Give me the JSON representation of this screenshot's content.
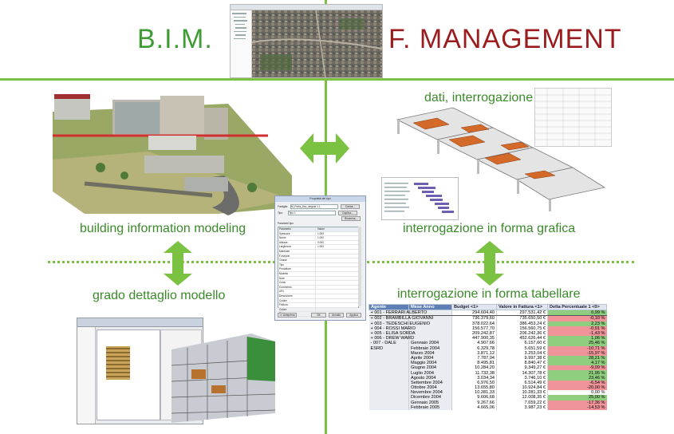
{
  "titles": {
    "left": "B.I.M.",
    "right": "F. MANAGEMENT"
  },
  "labels": {
    "data_query": "dati, interrogazione",
    "bim": "building information modeling",
    "graphic_query": "interrogazione in forma grafica",
    "detail_level": "grado dettaglio modello",
    "table_query": "interrogazione in forma tabellare"
  },
  "colors": {
    "green": "#7cc242",
    "green_text": "#3a8a2a",
    "bim_title": "#3f9b35",
    "fm_title": "#9b1c1f",
    "arrow": "#7cc242"
  },
  "dialog": {
    "title": "Proprietà del tipo",
    "family_label": "Famiglia:",
    "family_value": "M_Porta_Uso_singola 1.1",
    "type_label": "Tipo:",
    "type_value": "Tipo 1",
    "load_btn": "Carica...",
    "dup_btn": "Duplica...",
    "rename_btn": "Rinomina...",
    "params_label": "Parametri tipo",
    "col_param": "Parametro",
    "col_value": "Valore",
    "rows": [
      [
        "Spessore",
        "1.000"
      ],
      [
        "Nome",
        "1.000"
      ],
      [
        "Altezza",
        "0.000"
      ],
      [
        "Larghezza",
        "1.000"
      ],
      [
        "Materiale",
        ""
      ],
      [
        "Funzione",
        ""
      ],
      [
        "Classe",
        ""
      ],
      [
        "Tipo",
        ""
      ],
      [
        "Produttore",
        ""
      ],
      [
        "Modello",
        ""
      ],
      [
        "Note",
        ""
      ],
      [
        "Costo",
        ""
      ],
      [
        "Commento",
        ""
      ],
      [
        "URL",
        ""
      ],
      [
        "Descrizione",
        ""
      ],
      [
        "Codice",
        ""
      ],
      [
        "Finitura",
        ""
      ],
      [
        "Colore",
        ""
      ],
      [
        "Stato",
        ""
      ]
    ],
    "preview_btn": "<< Anteprima",
    "ok_btn": "OK",
    "cancel_btn": "Annulla",
    "apply_btn": "Applica"
  },
  "fm_table": {
    "headers": {
      "agent": "Agente",
      "month": "Mese Anno",
      "budget": "Budget <1>",
      "invoice": "Valore in Fattura <1>",
      "delta": "Delta Percentuale 1 <0>"
    },
    "rows": [
      {
        "agent": "+ 001 - FERRARI ALBERTO",
        "month": "",
        "budget": "294.604,40",
        "invoice": "297.531,42 €",
        "delta": "0,99 %",
        "dir": "pos"
      },
      {
        "agent": "+ 002 - BRAMBILLA GIOVANNI",
        "month": "",
        "budget": "736.379,60",
        "invoice": "735.650,50 €",
        "delta": "-0,10 %",
        "dir": "neg"
      },
      {
        "agent": "+ 003 - TEDESCHI EUGENIO",
        "month": "",
        "budget": "378.022,64",
        "invoice": "386.453,24 €",
        "delta": "2,23 %",
        "dir": "pos"
      },
      {
        "agent": "+ 004 - ROSSI MARIO",
        "month": "",
        "budget": "156.577,70",
        "invoice": "156.560,75 €",
        "delta": "-0,01 %",
        "dir": "neg"
      },
      {
        "agent": "+ 005 - ELISA SORDA",
        "month": "",
        "budget": "209.242,87",
        "invoice": "206.242,36 €",
        "delta": "-1,43 %",
        "dir": "neg"
      },
      {
        "agent": "+ 006 - DREW WARD",
        "month": "",
        "budget": "447.900,35",
        "invoice": "452.626,44 €",
        "delta": "1,06 %",
        "dir": "pos"
      },
      {
        "agent": "- 007 - DALE",
        "month": "Gennaio 2004",
        "budget": "4.907,66",
        "invoice": "6.157,60 €",
        "delta": "25,46 %",
        "dir": "pos"
      },
      {
        "agent": "ESRD",
        "month": "Febbraio 2004",
        "budget": "6.329,78",
        "invoice": "5.651,59 €",
        "delta": "-10,71 %",
        "dir": "neg"
      },
      {
        "agent": "",
        "month": "Marzo 2004",
        "budget": "3.871,12",
        "invoice": "3.253,04 €",
        "delta": "-15,97 %",
        "dir": "neg"
      },
      {
        "agent": "",
        "month": "Aprile 2004",
        "budget": "7.787,94",
        "invoice": "9.997,38 €",
        "delta": "28,21 %",
        "dir": "pos"
      },
      {
        "agent": "",
        "month": "Maggio 2004",
        "budget": "8.495,81",
        "invoice": "8.840,47 €",
        "delta": "4,17 %",
        "dir": "pos"
      },
      {
        "agent": "",
        "month": "Giugno 2004",
        "budget": "10.284,20",
        "invoice": "9.349,27 €",
        "delta": "-9,09 %",
        "dir": "neg"
      },
      {
        "agent": "",
        "month": "Luglio 2004",
        "budget": "11.732,38",
        "invoice": "14.307,78 €",
        "delta": "21,95 %",
        "dir": "pos"
      },
      {
        "agent": "",
        "month": "Agosto 2004",
        "budget": "3.034,34",
        "invoice": "3.746,10 €",
        "delta": "23,46 %",
        "dir": "pos"
      },
      {
        "agent": "",
        "month": "Settembre 2004",
        "budget": "6.976,50",
        "invoice": "6.514,49 €",
        "delta": "-6,54 %",
        "dir": "neg"
      },
      {
        "agent": "",
        "month": "Ottobre 2004",
        "budget": "13.655,80",
        "invoice": "10.924,84 €",
        "delta": "-20,00 %",
        "dir": "neg"
      },
      {
        "agent": "",
        "month": "Novembre 2004",
        "budget": "10.281,33",
        "invoice": "10.281,33 €",
        "delta": "0,00 %",
        "dir": "none"
      },
      {
        "agent": "",
        "month": "Dicembre 2004",
        "budget": "9.606,68",
        "invoice": "12.008,35 €",
        "delta": "25,00 %",
        "dir": "pos"
      },
      {
        "agent": "",
        "month": "Gennaio 2005",
        "budget": "9.267,66",
        "invoice": "7.659,22 €",
        "delta": "-17,36 %",
        "dir": "neg"
      },
      {
        "agent": "",
        "month": "Febbraio 2005",
        "budget": "4.665,06",
        "invoice": "3.987,23 €",
        "delta": "-14,53 %",
        "dir": "neg"
      }
    ]
  }
}
